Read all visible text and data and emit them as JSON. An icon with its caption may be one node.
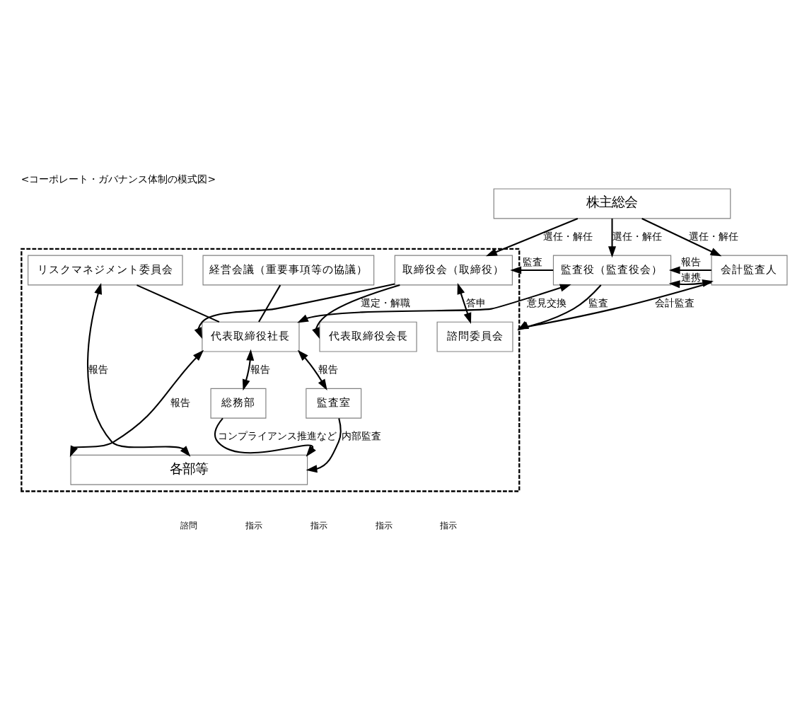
{
  "diagram": {
    "title": "<コーポレート・ガバナンス体制の模式図>",
    "nodes": [
      {
        "text": [
          "株主総会"
        ]
      },
      {
        "text": [],
        "shape": "box"
      },
      {
        "text": [
          "取締役会（取締役）"
        ],
        "in": 1
      },
      {
        "text": [
          "監査役（監査役会）"
        ]
      },
      {
        "text": [
          "会計監査人"
        ]
      },
      {
        "text": [
          "代表取締役会長"
        ],
        "in": 1
      },
      {
        "text": [
          "諮問委員会"
        ],
        "in": 1
      },
      {
        "text": [
          "代表取締役社長"
        ],
        "in": 1
      },
      {
        "text": [
          "経営会議（重要事項等の協議）"
        ],
        "in": 1
      },
      {
        "text": [
          "リスクマネジメント委員会"
        ],
        "in": 1
      },
      {
        "text": [
          "総務部"
        ],
        "in": 1
      },
      {
        "text": [
          "監査室"
        ],
        "in": 1
      },
      {
        "text": [
          "各部等"
        ],
        "in": 1
      }
    ],
    "edges": [
      {
        "from": 0,
        "to": 2,
        "arrow": "to",
        "label": "選任・解任"
      },
      {
        "from": 0,
        "to": 3,
        "arrow": "to",
        "label": "選任・解任"
      },
      {
        "from": 0,
        "to": 4,
        "arrow": "to",
        "label": "選任・解任"
      },
      {
        "from": 3,
        "to": 2,
        "arrow": "to",
        "label": "監査"
      },
      {
        "from": 4,
        "to": 3,
        "arrow": "to",
        "label": "報告"
      },
      {
        "from": 3,
        "to": 4,
        "arrow": "both",
        "label": "連携"
      },
      {
        "from": 3,
        "to": 1,
        "arrow": "to",
        "label": "監査"
      },
      {
        "from": 4,
        "to": 1,
        "arrow": "to",
        "label": "会計監査"
      },
      {
        "from": 3,
        "to": 7,
        "arrow": "both",
        "label": "意見交換"
      },
      {
        "from": 2,
        "to": 6,
        "arrow": "both",
        "label": "答申"
      },
      {
        "from": 2,
        "to": 5,
        "arrow": "to",
        "label": "選定・解職"
      },
      {
        "from": 2,
        "to": 7,
        "arrow": "to"
      },
      {
        "from": 7,
        "to": 10,
        "arrow": "both",
        "label": "報告"
      },
      {
        "from": 7,
        "to": 11,
        "arrow": "both",
        "label": "報告"
      },
      {
        "from": 8,
        "to": 7,
        "arrow": "none"
      },
      {
        "from": 9,
        "to": 7,
        "arrow": "none"
      },
      {
        "from": 7,
        "to": 12,
        "arrow": "both",
        "label": "報告"
      },
      {
        "from": 9,
        "to": 12,
        "arrow": "both",
        "label": "報告"
      },
      {
        "from": 10,
        "to": 12,
        "arrow": "to",
        "label": "コンプライアンス推進など"
      },
      {
        "from": 11,
        "to": 12,
        "arrow": "to",
        "label": "内部監査"
      }
    ],
    "labels": [
      "諮問",
      "指示",
      "指示",
      "指示",
      "指示"
    ]
  }
}
